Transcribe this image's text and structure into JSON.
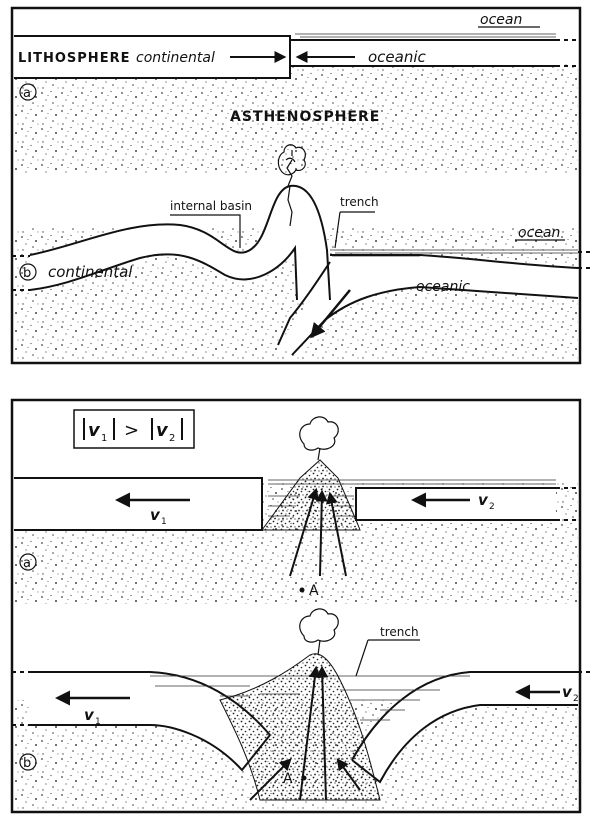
{
  "top_panel": {
    "part_a": {
      "marker": "a",
      "lithosphere": "LITHOSPHERE",
      "continental": "continental",
      "oceanic": "oceanic",
      "ocean": "ocean",
      "asthenosphere": "ASTHENOSPHERE"
    },
    "part_b": {
      "marker": "b",
      "internal_basin": "internal basin",
      "trench": "trench",
      "ocean": "ocean",
      "continental": "continental",
      "oceanic": "oceanic"
    }
  },
  "bottom_panel": {
    "formula": {
      "v1": "v",
      "sub1": "1",
      "gt": ">",
      "v2": "v",
      "sub2": "2"
    },
    "part_a": {
      "marker": "a",
      "v1": "v",
      "v1_sub": "1",
      "v2": "v",
      "v2_sub": "2",
      "point": "A"
    },
    "part_b": {
      "marker": "b",
      "trench": "trench",
      "v1": "v",
      "v1_sub": "1",
      "v2": "v",
      "v2_sub": "2",
      "point": "A"
    }
  }
}
